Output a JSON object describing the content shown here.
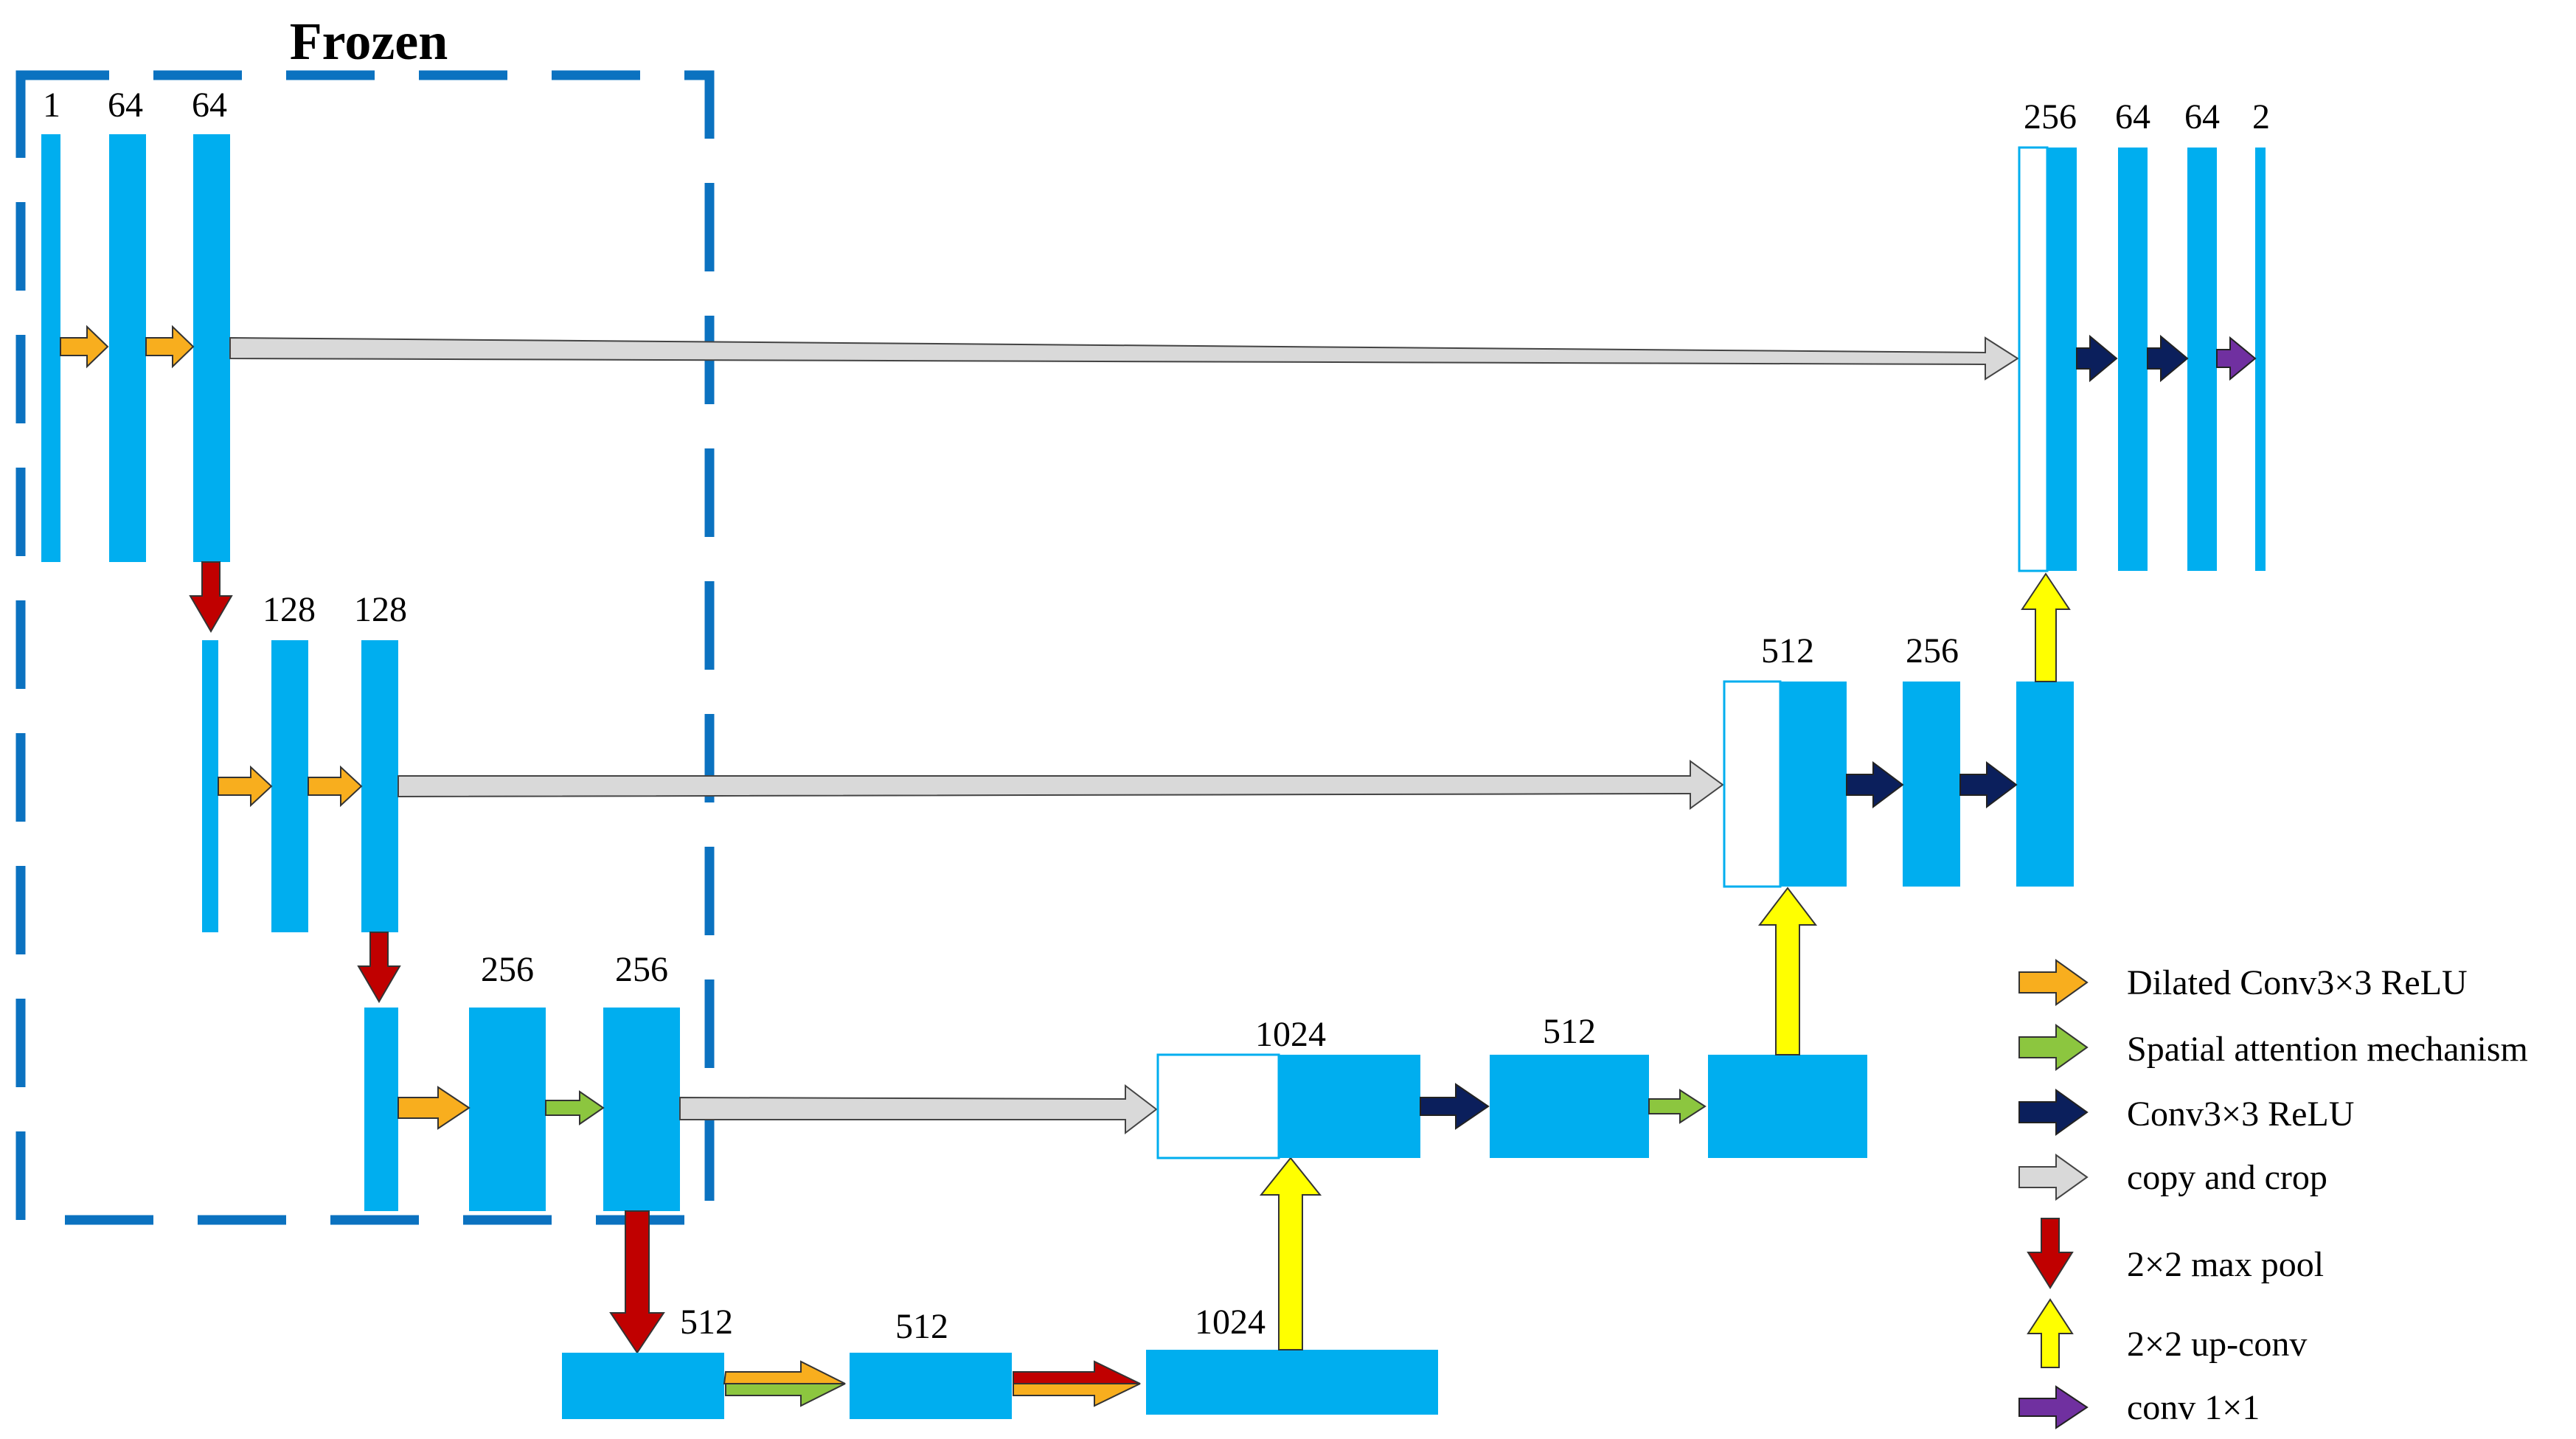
{
  "frozen_label": "Frozen",
  "colors": {
    "block": "#00AEEF",
    "frozen_border": "#0B72C0",
    "dilated": "#F8AE1E",
    "spatial": "#8CC63F",
    "conv": "#0B1F5C",
    "copy": "#D9D9D9",
    "maxpool": "#C00000",
    "upconv": "#FFFF00",
    "conv1x1": "#7030A0"
  },
  "encoder": {
    "level1": [
      "1",
      "64",
      "64"
    ],
    "level2": [
      "128",
      "128"
    ],
    "level3": [
      "256",
      "256"
    ],
    "bottom": [
      "512",
      "512",
      "1024"
    ]
  },
  "decoder": {
    "level3": [
      "1024",
      "512"
    ],
    "level2": [
      "512",
      "256"
    ],
    "level1": [
      "256",
      "64",
      "64",
      "2"
    ]
  },
  "legend": [
    {
      "label": "Dilated Conv3×3 ReLU",
      "icon": "orange-right-arrow"
    },
    {
      "label": "Spatial attention mechanism",
      "icon": "green-right-arrow"
    },
    {
      "label": "Conv3×3 ReLU",
      "icon": "navy-right-arrow"
    },
    {
      "label": "copy and crop",
      "icon": "gray-right-arrow"
    },
    {
      "label": "2×2 max pool",
      "icon": "red-down-arrow"
    },
    {
      "label": "2×2 up-conv",
      "icon": "yellow-up-arrow"
    },
    {
      "label": "conv 1×1",
      "icon": "purple-right-arrow"
    }
  ]
}
